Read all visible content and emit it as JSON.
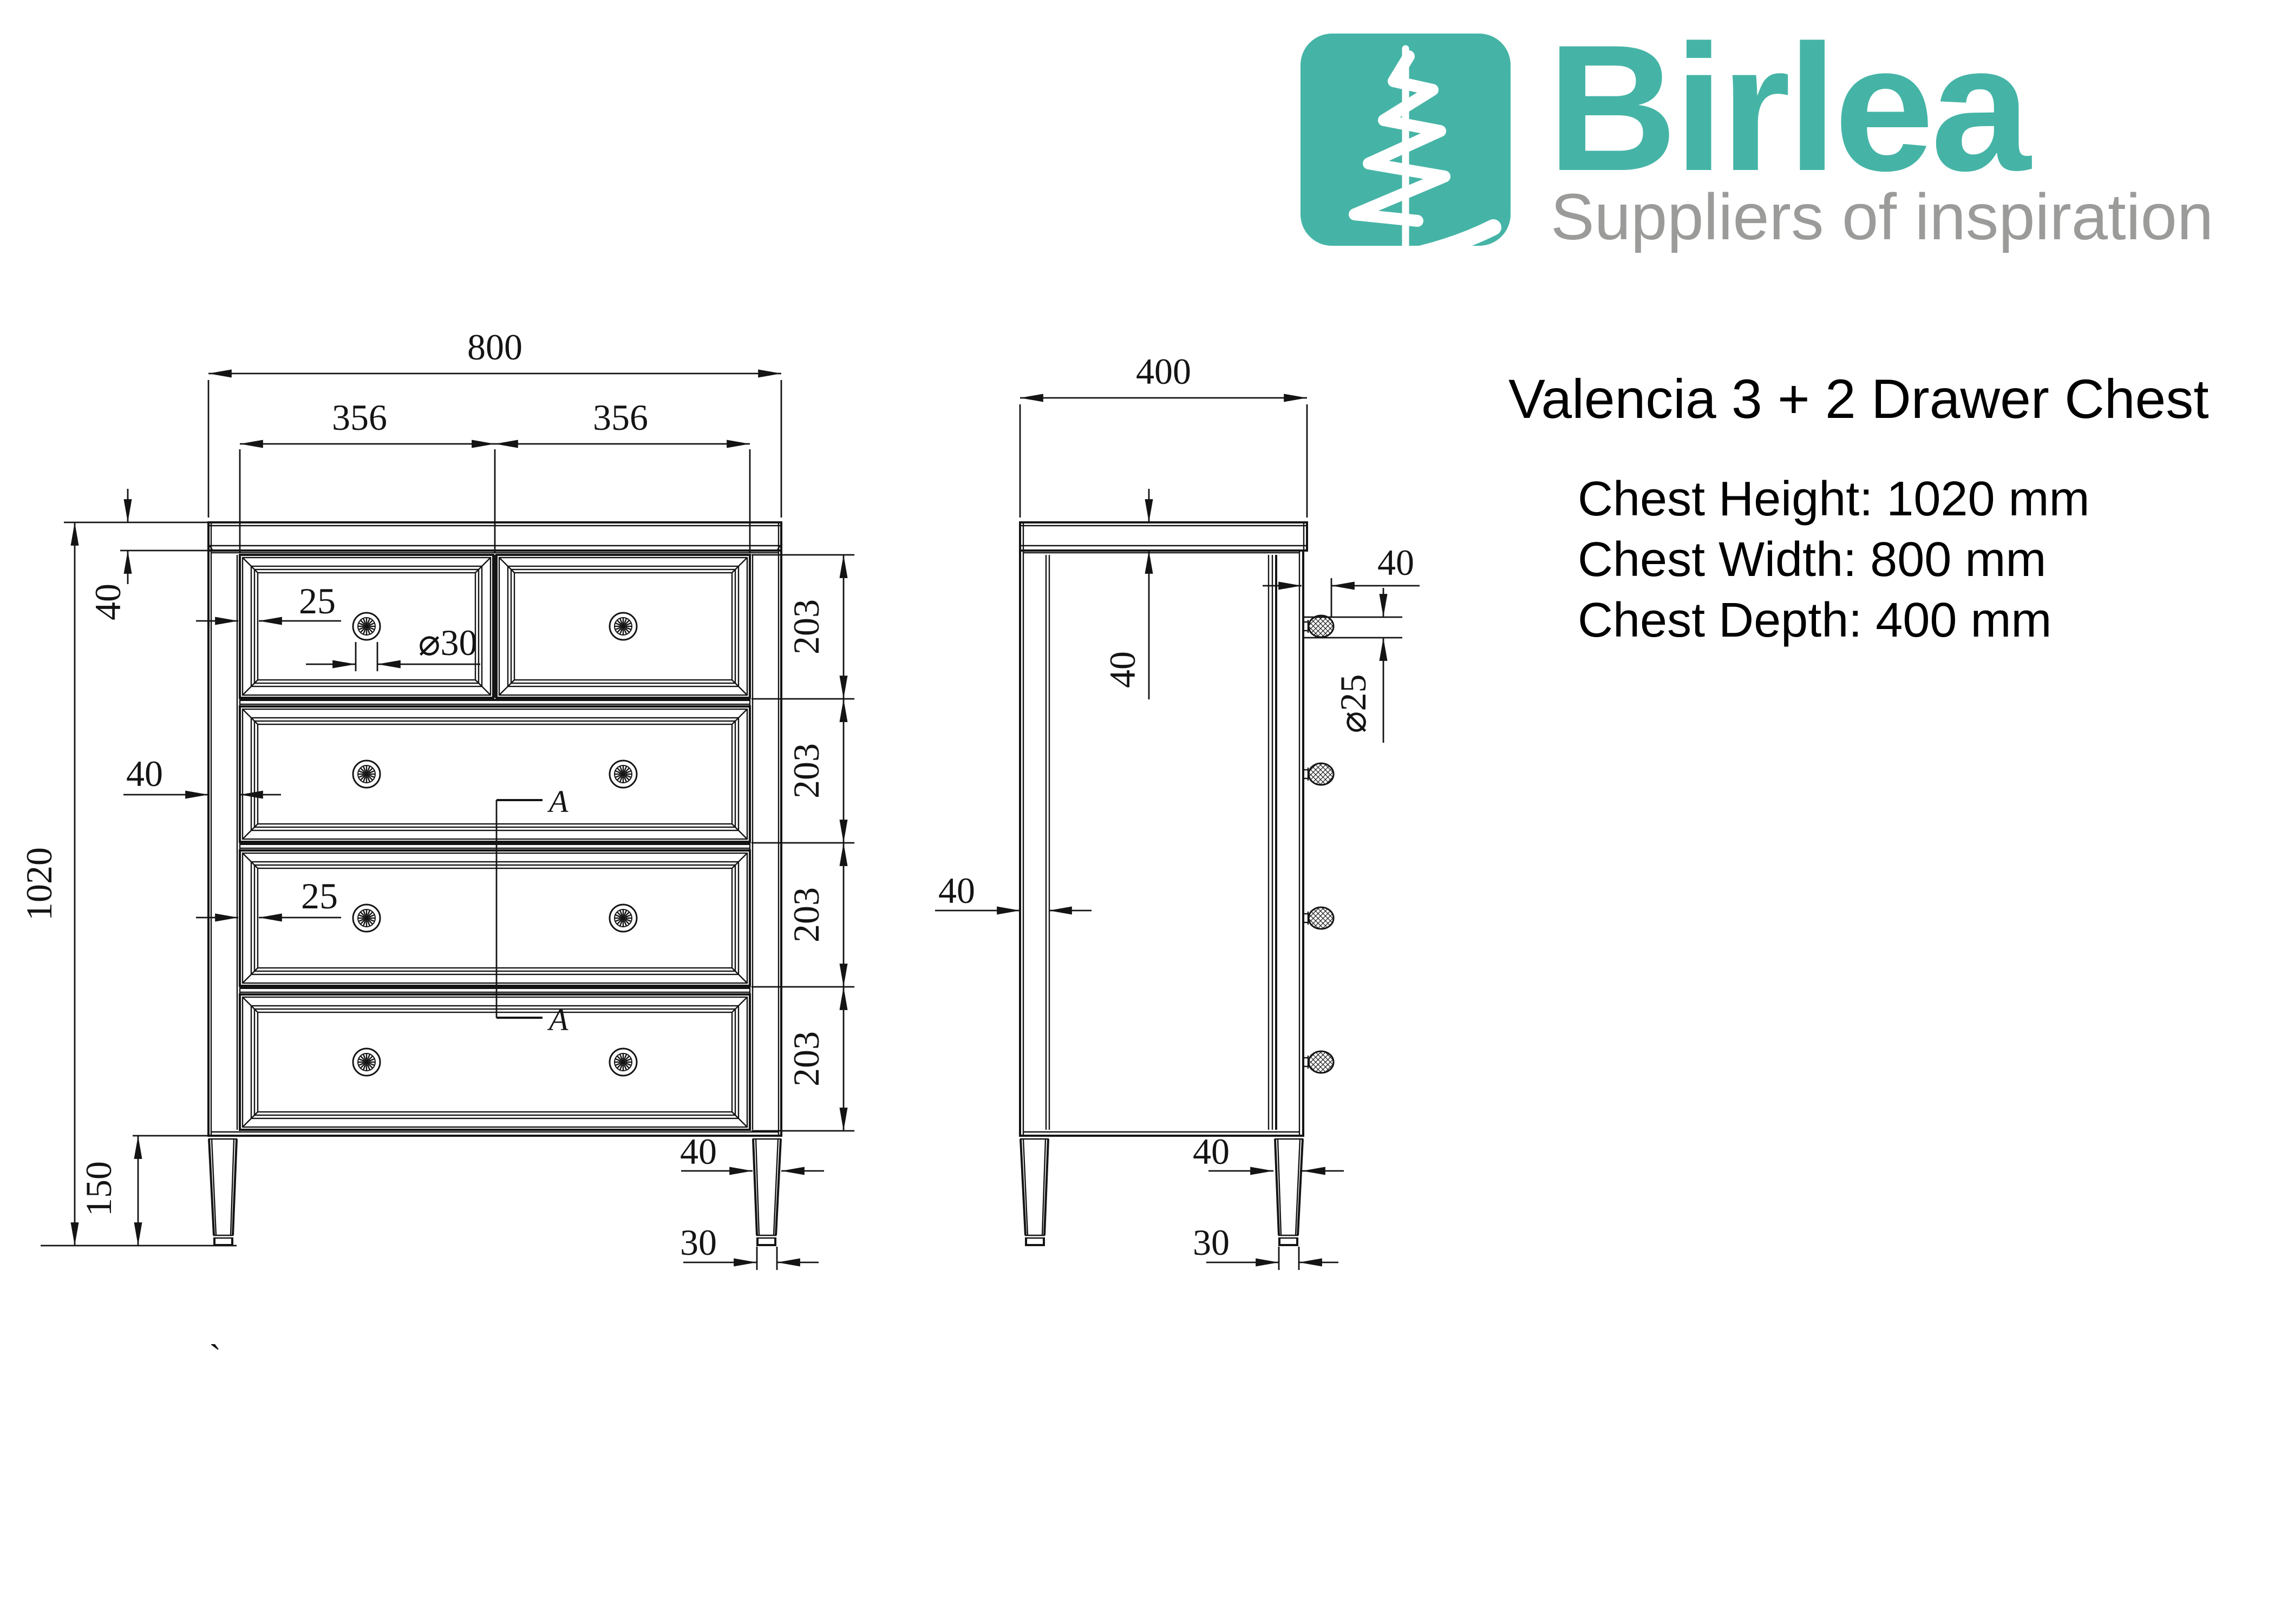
{
  "logo": {
    "brand": "Birlea",
    "tagline": "Suppliers of inspiration",
    "icon": "scribble-tree-icon",
    "brand_color": "#45b4a6",
    "tagline_color": "#9b9b9a"
  },
  "product": {
    "title": "Valencia 3 + 2 Drawer Chest",
    "specs": [
      {
        "label": "Chest Height",
        "value": "1020 mm",
        "text": "Chest Height: 1020 mm"
      },
      {
        "label": "Chest Width",
        "value": "800 mm",
        "text": "Chest Width: 800 mm"
      },
      {
        "label": "Chest Depth",
        "value": "400 mm",
        "text": "Chest Depth: 400 mm"
      }
    ]
  },
  "drawing": {
    "front_view": {
      "name": "front elevation",
      "dims": {
        "overall_width": "800",
        "drawer_width_left": "356",
        "drawer_width_right": "356",
        "overall_height": "1020",
        "top_thickness": "40",
        "side_frame": "40",
        "border_small_drawer": "25",
        "border_large_drawer": "25",
        "knob_diameter": "⌀30",
        "drawer_heights": [
          "203",
          "203",
          "203",
          "203"
        ],
        "leg_height": "150",
        "leg_top_width": "40",
        "leg_bottom_width": "30"
      }
    },
    "side_view": {
      "name": "side elevation",
      "dims": {
        "overall_depth": "400",
        "top_thickness": "40",
        "knob_projection": "40",
        "knob_diameter": "⌀25",
        "back_frame": "40",
        "leg_top_width": "40",
        "leg_bottom_width": "30"
      }
    },
    "section_marker": {
      "top": "A",
      "bottom": "A"
    },
    "stray_mark": "`"
  }
}
